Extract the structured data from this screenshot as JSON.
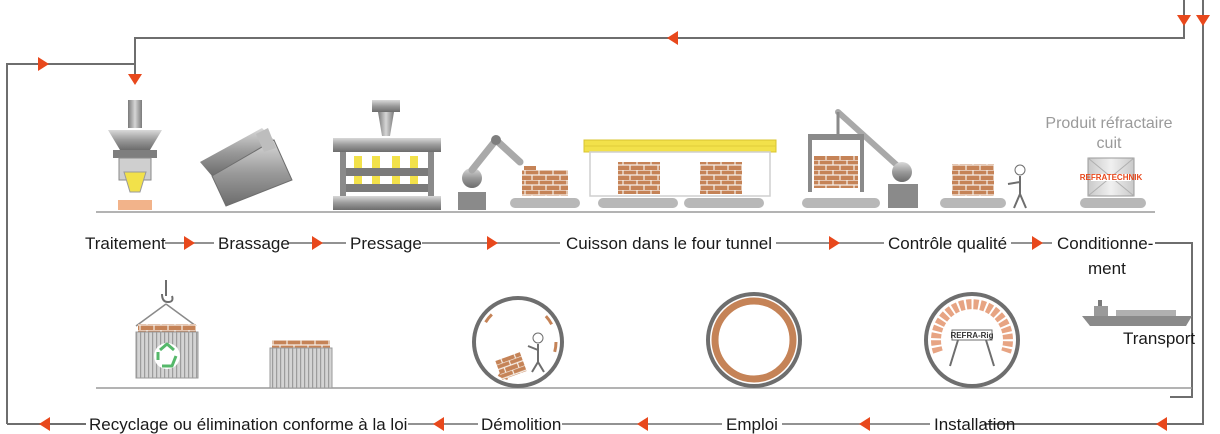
{
  "colors": {
    "accent": "#e8481c",
    "line": "#6e6e6e",
    "brick": "#b4693c",
    "steel": "#8a8a8a",
    "conveyor": "#b8b8b8",
    "yellow": "#f2e14a",
    "recycle_green": "#55b86a"
  },
  "top_labels": {
    "traitement": "Traitement",
    "brassage": "Brassage",
    "pressage": "Pressage",
    "cuisson": "Cuisson dans le four tunnel",
    "controle": "Contrôle qualité",
    "conditionnement_1": "Conditionne-",
    "conditionnement_2": "ment"
  },
  "product": {
    "caption_1": "Produit réfractaire",
    "caption_2": "cuit",
    "box_label": "REFRATECHNIK"
  },
  "transport": {
    "label": "Transport"
  },
  "installation_ring": {
    "label": "REFRA-Rig"
  },
  "bottom_labels": {
    "recyclage": "Recyclage ou élimination conforme à la loi",
    "demolition": "Démolition",
    "emploi": "Emploi",
    "installation": "Installation"
  },
  "icons": [
    "hopper-icon",
    "mixer-icon",
    "press-icon",
    "robot-arm-icon",
    "tunnel-kiln-icon",
    "gantry-crane-icon",
    "inspector-icon",
    "packaged-box-icon",
    "ship-icon",
    "recycle-icon",
    "crane-hook-icon"
  ]
}
